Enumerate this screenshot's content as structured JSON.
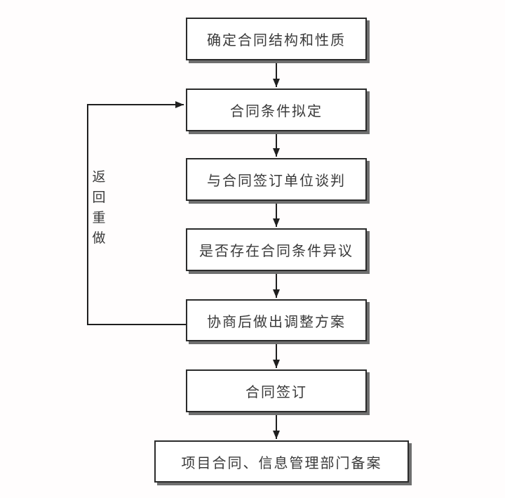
{
  "diagram": {
    "type": "flowchart",
    "direction": "top-down",
    "nodes": [
      {
        "id": "determine-contract-structure",
        "label": "确定合同结构和性质"
      },
      {
        "id": "draft-contract-conditions",
        "label": "合同条件拟定"
      },
      {
        "id": "negotiate-with-signing-unit",
        "label": "与合同签订单位谈判"
      },
      {
        "id": "check-condition-objections",
        "label": "是否存在合同条件异议"
      },
      {
        "id": "make-adjustment-plan",
        "label": "协商后做出调整方案"
      },
      {
        "id": "sign-contract",
        "label": "合同签订"
      },
      {
        "id": "file-with-departments",
        "label": "项目合同、信息管理部门备案"
      }
    ],
    "edges": [
      {
        "from": 0,
        "to": 1,
        "type": "flow"
      },
      {
        "from": 1,
        "to": 2,
        "type": "flow"
      },
      {
        "from": 2,
        "to": 3,
        "type": "flow"
      },
      {
        "from": 3,
        "to": 4,
        "type": "flow"
      },
      {
        "from": 4,
        "to": 5,
        "type": "flow"
      },
      {
        "from": 5,
        "to": 6,
        "type": "flow"
      },
      {
        "from": 4,
        "to": 1,
        "type": "feedback",
        "label": "返回重做"
      }
    ],
    "loop_label": "返回重做"
  },
  "colors": {
    "background": "#fffdfd",
    "node_fill": "#ffffff",
    "node_border": "#2b2b2b",
    "node_shadow": "#6f6f6f",
    "line": "#1f1f1f",
    "text": "#3a3a3a"
  }
}
